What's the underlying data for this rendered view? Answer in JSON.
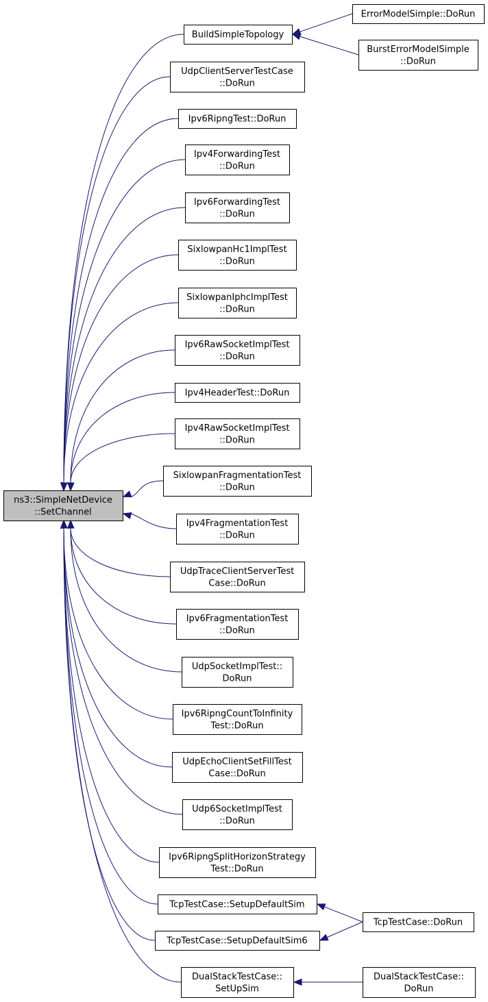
{
  "graph": {
    "root": {
      "id": "root",
      "lines": [
        "ns3::SimpleNetDevice",
        "::SetChannel"
      ]
    },
    "callers": [
      {
        "id": "build-simple-topology",
        "lines": [
          "BuildSimpleTopology"
        ]
      },
      {
        "id": "udp-client-server-test-case",
        "lines": [
          "UdpClientServerTestCase",
          "::DoRun"
        ]
      },
      {
        "id": "ipv6-ripng-test",
        "lines": [
          "Ipv6RipngTest::DoRun"
        ]
      },
      {
        "id": "ipv4-forwarding-test",
        "lines": [
          "Ipv4ForwardingTest",
          "::DoRun"
        ]
      },
      {
        "id": "ipv6-forwarding-test",
        "lines": [
          "Ipv6ForwardingTest",
          "::DoRun"
        ]
      },
      {
        "id": "sixlowpan-hc1-impl-test",
        "lines": [
          "SixlowpanHc1ImplTest",
          "::DoRun"
        ]
      },
      {
        "id": "sixlowpan-iphc-impl-test",
        "lines": [
          "SixlowpanIphcImplTest",
          "::DoRun"
        ]
      },
      {
        "id": "ipv6-raw-socket-impl-test",
        "lines": [
          "Ipv6RawSocketImplTest",
          "::DoRun"
        ]
      },
      {
        "id": "ipv4-header-test",
        "lines": [
          "Ipv4HeaderTest::DoRun"
        ]
      },
      {
        "id": "ipv4-raw-socket-impl-test",
        "lines": [
          "Ipv4RawSocketImplTest",
          "::DoRun"
        ]
      },
      {
        "id": "sixlowpan-fragmentation-test",
        "lines": [
          "SixlowpanFragmentationTest",
          "::DoRun"
        ]
      },
      {
        "id": "ipv4-fragmentation-test",
        "lines": [
          "Ipv4FragmentationTest",
          "::DoRun"
        ]
      },
      {
        "id": "udp-trace-client-server-test-case",
        "lines": [
          "UdpTraceClientServerTest",
          "Case::DoRun"
        ]
      },
      {
        "id": "ipv6-fragmentation-test",
        "lines": [
          "Ipv6FragmentationTest",
          "::DoRun"
        ]
      },
      {
        "id": "udp-socket-impl-test",
        "lines": [
          "UdpSocketImplTest::",
          "DoRun"
        ]
      },
      {
        "id": "ipv6-ripng-count-to-infinity-test",
        "lines": [
          "Ipv6RipngCountToInfinity",
          "Test::DoRun"
        ]
      },
      {
        "id": "udp-echo-client-set-fill-test-case",
        "lines": [
          "UdpEchoClientSetFillTest",
          "Case::DoRun"
        ]
      },
      {
        "id": "udp6-socket-impl-test",
        "lines": [
          "Udp6SocketImplTest",
          "::DoRun"
        ]
      },
      {
        "id": "ipv6-ripng-split-horizon-strategy-test",
        "lines": [
          "Ipv6RipngSplitHorizonStrategy",
          "Test::DoRun"
        ]
      },
      {
        "id": "tcp-test-case-setup-default-sim",
        "lines": [
          "TcpTestCase::SetupDefaultSim"
        ]
      },
      {
        "id": "tcp-test-case-setup-default-sim6",
        "lines": [
          "TcpTestCase::SetupDefaultSim6"
        ]
      },
      {
        "id": "dual-stack-test-case-setup-sim",
        "lines": [
          "DualStackTestCase::",
          "SetUpSim"
        ]
      }
    ],
    "second_level": [
      {
        "id": "error-model-simple-dorun",
        "lines": [
          "ErrorModelSimple::DoRun"
        ],
        "target": "build-simple-topology"
      },
      {
        "id": "burst-error-model-simple-dorun",
        "lines": [
          "BurstErrorModelSimple",
          "::DoRun"
        ],
        "target": "build-simple-topology"
      },
      {
        "id": "tcp-test-case-dorun",
        "lines": [
          "TcpTestCase::DoRun"
        ],
        "target": "tcp-test-case-setup-default-sim"
      },
      {
        "id": "dual-stack-test-case-dorun",
        "lines": [
          "DualStackTestCase::",
          "DoRun"
        ],
        "target": "dual-stack-test-case-setup-sim"
      }
    ],
    "extra_edges": [
      {
        "from": "tcp-test-case-dorun",
        "to": "tcp-test-case-setup-default-sim6"
      }
    ],
    "colors": {
      "edge": "#191970",
      "root_fill": "#bfbfbf",
      "node_fill": "#ffffff",
      "border": "#000000"
    }
  }
}
